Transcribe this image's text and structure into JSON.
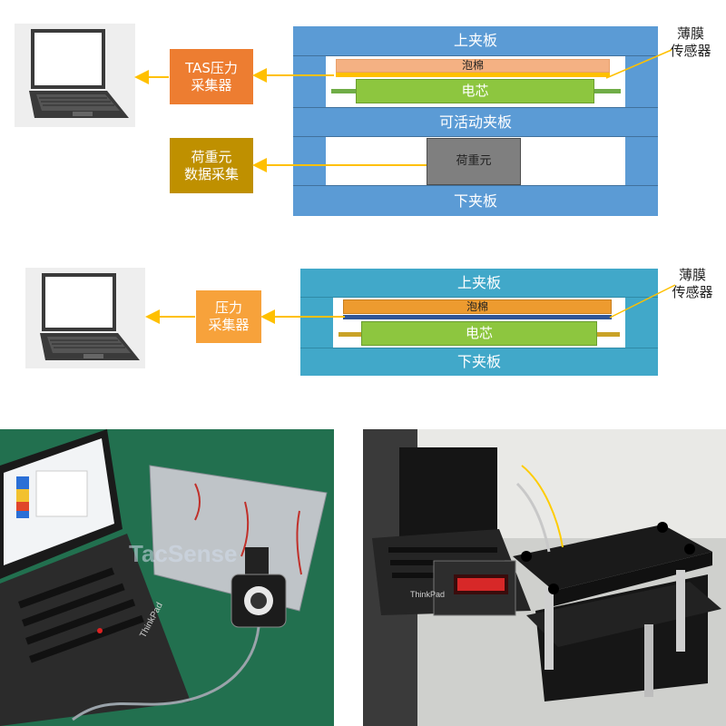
{
  "colors": {
    "plate_blue": "#5b9bd5",
    "plate_teal": "#41a8c9",
    "foam_salmon": "#f4b183",
    "foam_orange": "#ed9b2f",
    "core_green": "#8dc63f",
    "film_yellow": "#ffc000",
    "film_blue": "#2f5597",
    "loadcell_gray": "#7f7f7f",
    "collector_orange": "#ed7d31",
    "collector_gold": "#bf9000",
    "arrow_yellow": "#ffc000"
  },
  "diagram1": {
    "top_plate": "上夹板",
    "foam": "泡棉",
    "core": "电芯",
    "movable_plate": "可活动夹板",
    "load_cell": "荷重元",
    "bottom_plate": "下夹板",
    "film_sensor": "薄膜\n传感器",
    "tas_collector": "TAS压力\n采集器",
    "load_collector": "荷重元\n数据采集"
  },
  "diagram2": {
    "top_plate": "上夹板",
    "foam": "泡棉",
    "core": "电芯",
    "bottom_plate": "下夹板",
    "film_sensor": "薄膜\n传感器",
    "pressure_collector": "压力\n采集器"
  },
  "photo_left": {
    "watermark": "TacSense",
    "laptop_brand": "ThinkPad"
  },
  "photo_right": {
    "laptop_brand": "ThinkPad"
  },
  "icons": {
    "laptop": "laptop-icon"
  }
}
